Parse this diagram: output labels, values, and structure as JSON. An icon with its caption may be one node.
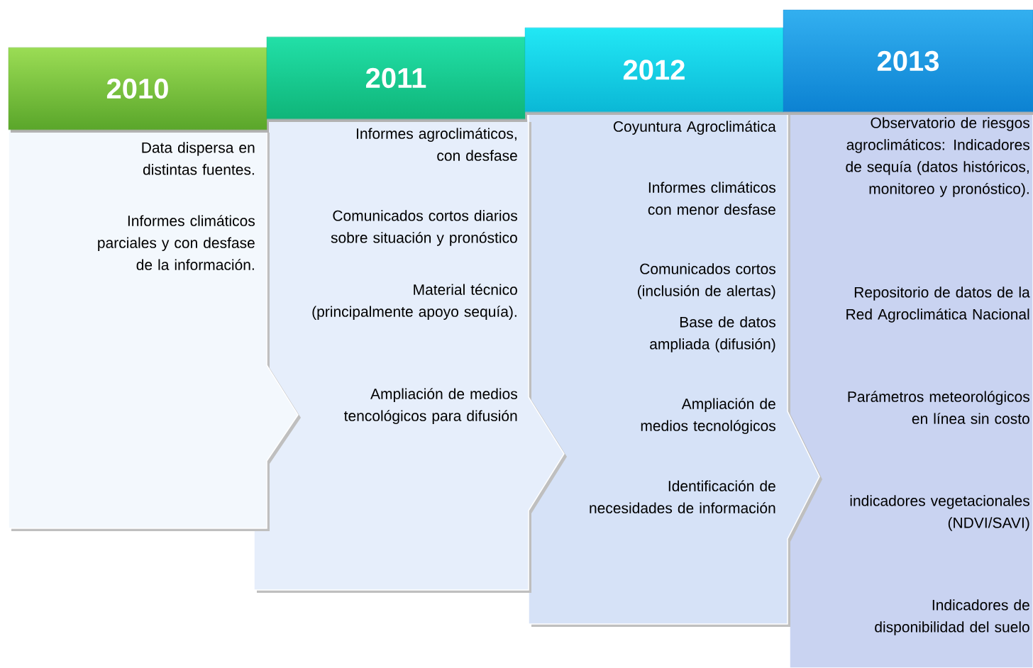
{
  "diagram": {
    "nodes": [
      {
        "text": [
          "2010"
        ]
      },
      {
        "text": [
          "2011"
        ]
      },
      {
        "text": [
          "2012"
        ]
      },
      {
        "text": [
          "2013"
        ]
      },
      {
        "text": [
          "Data dispersa en distintas fuentes.",
          "Informes climáticos parciales y con desfase de la información."
        ]
      },
      {
        "text": [
          "Informes agroclimáticos, con desfase",
          "Comunicados cortos diarios sobre situación y pronóstico",
          "Material técnico (principalmente apoyo sequía).",
          "Ampliación de medios tencológicos para difusión"
        ]
      },
      {
        "text": [
          "Coyuntura Agroclimática",
          "Informes climáticos con menor desfase",
          "Comunicados cortos (inclusión de alertas)",
          "Base de datos ampliada (difusión)",
          "Ampliación de medios tecnológicos",
          "Identificación de necesidades de información"
        ]
      },
      {
        "text": [
          "Observatorio de riesgos agroclimáticos: Indicadores  de sequía (datos históricos, monitoreo y pronóstico).",
          "Repositorio de datos de la Red Agroclimática Nacional",
          "Parámetros meteorológicos en línea sin costo",
          "indicadores vegetacionales (NDVI/SAVI)",
          "Indicadores de disponibilidad del suelo"
        ]
      }
    ]
  }
}
